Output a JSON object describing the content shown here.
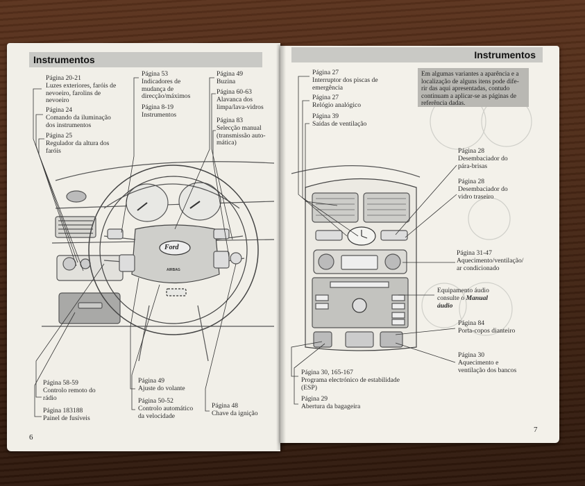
{
  "left_page": {
    "header": "Instrumentos",
    "page_number": "6",
    "labels": {
      "luzes": [
        "Página 20-21",
        "Luzes exteriores, faróis de",
        "nevoeiro, farolins de",
        "nevoeiro"
      ],
      "iluminacao": [
        "Página 24",
        "Comando da iluminação",
        "dos instrumentos"
      ],
      "altura": [
        "Página 25",
        "Regulador da altura dos",
        "faróis"
      ],
      "indicadores": [
        "Página 53",
        "Indicadores de",
        "mudança de",
        "direcção/máximos"
      ],
      "instrumentos": [
        "Página 8-19",
        "Instrumentos"
      ],
      "buzina": [
        "Página 49",
        "Buzina"
      ],
      "alavanca": [
        "Página 60-63",
        "Alavanca dos",
        "limpa/lava-vidros"
      ],
      "seleccao": [
        "Página 83",
        "Selecção manual",
        "(transmissão auto-",
        "mática)"
      ],
      "remoto": [
        "Página 58-59",
        "Controlo remoto do",
        "rádio"
      ],
      "fusiveis": [
        "Página 183188",
        "Painel de fusíveis"
      ],
      "volante": [
        "Página 49",
        "Ajuste do volante"
      ],
      "velocidade": [
        "Página 50-52",
        "Controlo automático",
        "da velocidade"
      ],
      "ignicao": [
        "Página 48",
        "Chave da ignição"
      ]
    },
    "wheel_logo": "Ford",
    "airbag_text": "AIRBAG"
  },
  "right_page": {
    "header": "Instrumentos",
    "page_number": "7",
    "note": [
      "Em algumas variantes a aparência e a",
      "localização de alguns itens pode dife-",
      "rir das aqui apresentadas, contudo",
      "continuam a aplicar-se as páginas de",
      "referência dadas."
    ],
    "labels": {
      "piscas": [
        "Página 27",
        "Interruptor dos piscas de",
        "emergência"
      ],
      "relogio": [
        "Página 27",
        "Relógio analógico"
      ],
      "ventilacao": [
        "Página 39",
        "Saídas de ventilação"
      ],
      "parabrisas": [
        "Página 28",
        "Desembaciador do",
        "pára-brisas"
      ],
      "traseiro": [
        "Página 28",
        "Desembaciador do",
        "vidro traseiro"
      ],
      "aquecimento": [
        "Página  31-47",
        "Aquecimento/ventilação/",
        "ar condicionado"
      ],
      "audio_1": "Equipamento áudio",
      "audio_2": "consulte o",
      "audio_manual_1": "Manual",
      "audio_manual_2": "áudio",
      "porta": [
        "Página 84",
        "Porta-copos dianteiro"
      ],
      "bancos": [
        "Página 30",
        "Aquecimento e",
        "ventilação dos bancos"
      ],
      "esp": [
        "Página 30, 165-167",
        "Programa electrónico de estabilidade",
        "(ESP)"
      ],
      "bagageira": [
        "Página 29",
        "Abertura da bagageira"
      ]
    }
  }
}
